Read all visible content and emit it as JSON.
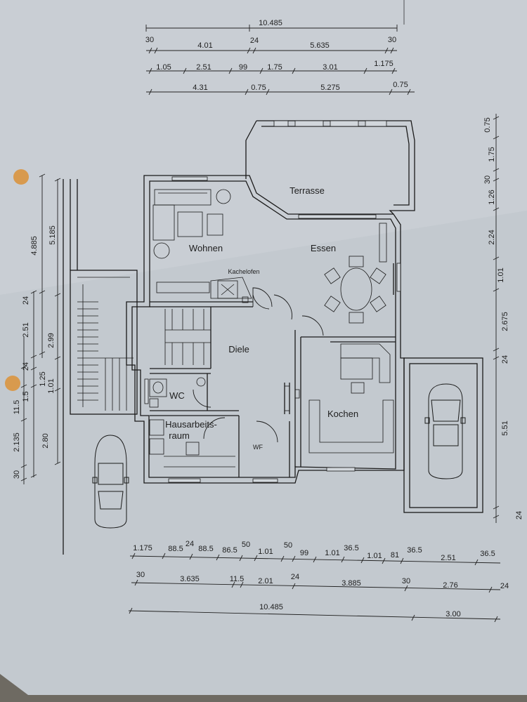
{
  "rooms": {
    "terrasse": "Terrasse",
    "wohnen": "Wohnen",
    "essen": "Essen",
    "kachelofen": "Kachelofen",
    "diele": "Diele",
    "wc": "WC",
    "hausarbeitsraum_1": "Hausarbeits-",
    "hausarbeitsraum_2": "raum",
    "kochen": "Kochen",
    "wf": "WF"
  },
  "dimensions": {
    "top_row1": [
      "10.485"
    ],
    "top_row2": [
      "30",
      "4.01",
      "24",
      "5.635",
      "30"
    ],
    "top_row3": [
      "1.05",
      "2.51",
      "99",
      "1.75",
      "3.01",
      "1.175"
    ],
    "top_row4": [
      "4.31",
      "0.75",
      "5.275",
      "0.75"
    ],
    "left_outer": [
      "4.885",
      "5.185"
    ],
    "left_mid": [
      "24",
      "2.51",
      "2.99"
    ],
    "left_inner": [
      "24",
      "1.5",
      "1.25",
      "11.5",
      "1.01",
      "2.135",
      "2.80",
      "30"
    ],
    "right": [
      "0.75",
      "1.75",
      "30",
      "1.26",
      "2.24",
      "1.01",
      "2.675",
      "24",
      "5.51",
      "24"
    ],
    "bottom_row1": [
      "1.175",
      "88.5",
      "24",
      "88.5",
      "86.5",
      "50",
      "1.01",
      "50",
      "99",
      "1.01",
      "36.5",
      "1.01",
      "81",
      "36.5",
      "2.51",
      "36.5"
    ],
    "bottom_row2": [
      "30",
      "3.635",
      "11.5",
      "2.01",
      "24",
      "3.885",
      "30",
      "2.76",
      "24"
    ],
    "bottom_row3": [
      "10.485",
      "3.00"
    ]
  }
}
